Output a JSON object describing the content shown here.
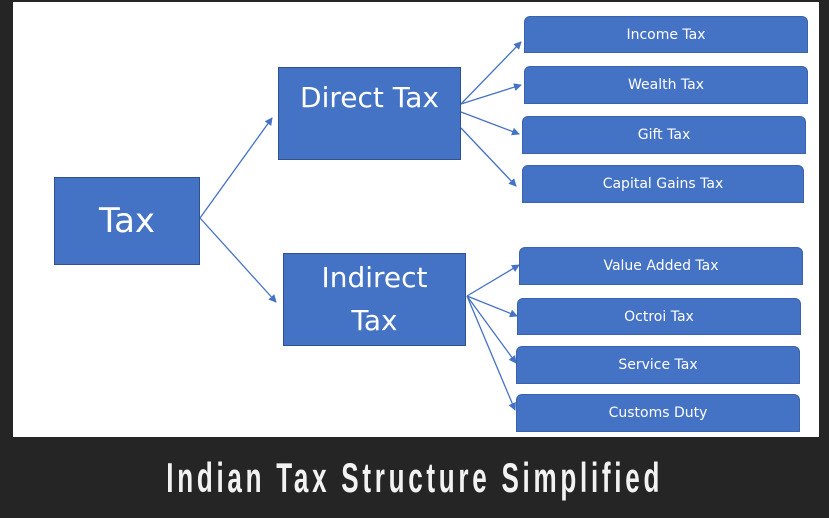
{
  "diagram": {
    "root": {
      "label": "Tax"
    },
    "branches": [
      {
        "label": "Direct Tax",
        "children": [
          "Income Tax",
          "Wealth Tax",
          "Gift Tax",
          "Capital Gains Tax"
        ]
      },
      {
        "label_line1": "Indirect",
        "label_line2": "Tax",
        "children": [
          "Value Added Tax",
          "Octroi Tax",
          "Service Tax",
          "Customs Duty"
        ]
      }
    ]
  },
  "footer": {
    "title": "Indian Tax Structure Simplified"
  },
  "colors": {
    "node_fill": "#4472c4",
    "node_border": "#2f528f",
    "arrow": "#4472c4",
    "frame": "#252525",
    "background": "#ffffff"
  }
}
